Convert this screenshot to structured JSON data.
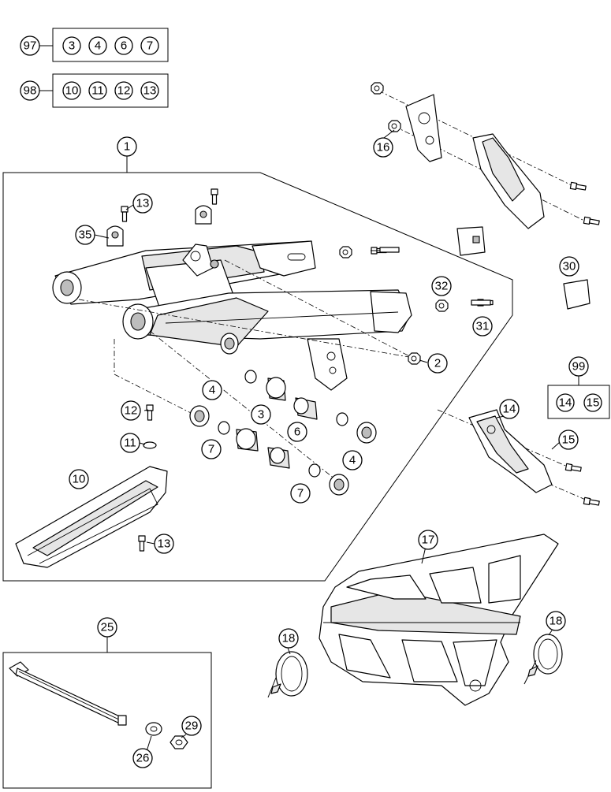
{
  "kits": [
    {
      "number": "97",
      "contents": [
        "3",
        "4",
        "6",
        "7"
      ]
    },
    {
      "number": "98",
      "contents": [
        "10",
        "11",
        "12",
        "13"
      ]
    },
    {
      "number": "99",
      "contents": [
        "14",
        "15"
      ]
    }
  ],
  "swingarm_assembly_label": "1",
  "axle_assembly_label": "25",
  "callouts": {
    "c13a": "13",
    "c35": "35",
    "c16": "16",
    "c30": "30",
    "c32": "32",
    "c31": "31",
    "c2": "2",
    "c4a": "4",
    "c3": "3",
    "c6": "6",
    "c12": "12",
    "c11": "11",
    "c7a": "7",
    "c7b": "7",
    "c4b": "4",
    "c10": "10",
    "c13b": "13",
    "c14": "14",
    "c15": "15",
    "c17": "17",
    "c18a": "18",
    "c18b": "18",
    "c29": "29",
    "c26": "26"
  }
}
